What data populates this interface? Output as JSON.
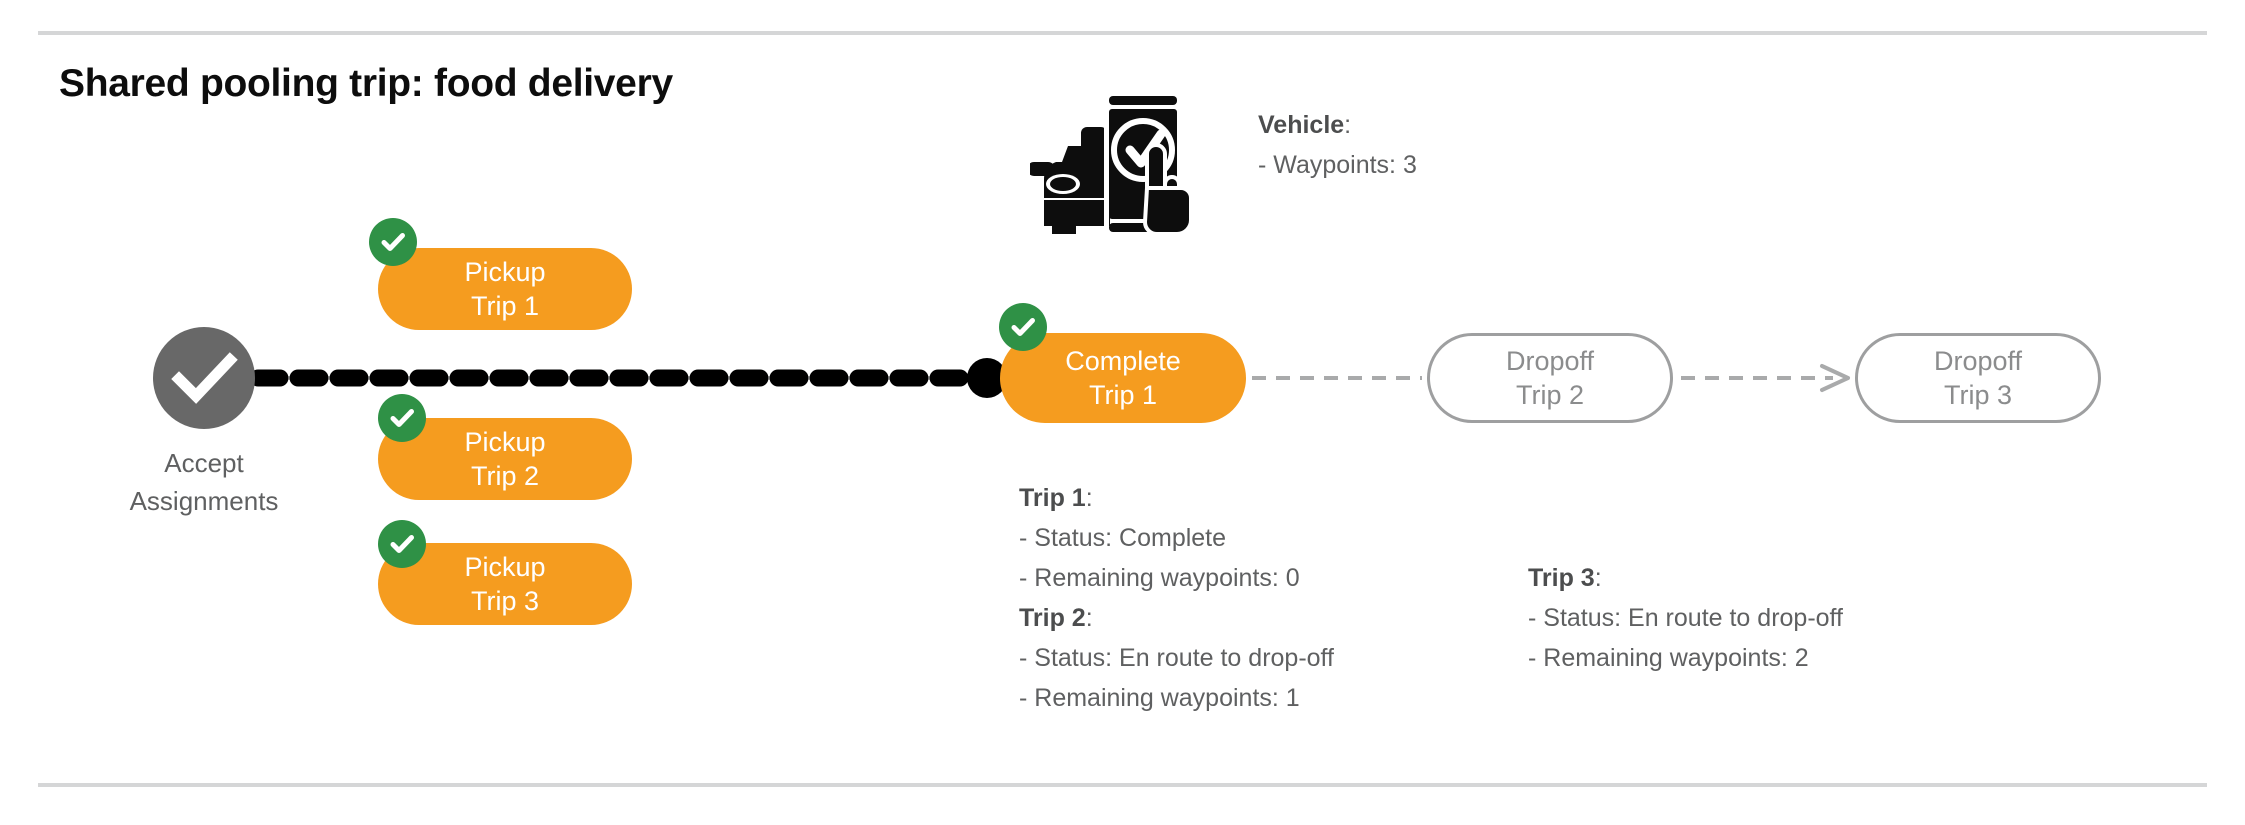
{
  "page_title": "Shared pooling trip: food delivery",
  "colors": {
    "orange": "#f59c1f",
    "green": "#2f9146",
    "gray_node": "#686868",
    "gray_text": "#5f6061",
    "outline_gray": "#9e9fa0",
    "rule": "#d5d6d7",
    "black": "#000000"
  },
  "flow": {
    "start_node": {
      "label": "Accept\nAssignments",
      "icon": "check-icon"
    },
    "pickups": [
      {
        "label": "Pickup\nTrip 1",
        "completed": true
      },
      {
        "label": "Pickup\nTrip 2",
        "completed": true
      },
      {
        "label": "Pickup\nTrip 3",
        "completed": true
      }
    ],
    "complete_node": {
      "label": "Complete\nTrip 1",
      "completed": true
    },
    "dropoffs": [
      {
        "label": "Dropoff\nTrip 2",
        "completed": false
      },
      {
        "label": "Dropoff\nTrip 3",
        "completed": false
      }
    ]
  },
  "annotations": {
    "vehicle": {
      "heading": "Vehicle",
      "colon": ":",
      "lines": [
        "- Waypoints: 3"
      ]
    },
    "trip_1": {
      "heading": "Trip 1",
      "colon": ":",
      "lines": [
        "- Status:  Complete",
        "- Remaining waypoints: 0"
      ]
    },
    "trip_2": {
      "heading": "Trip 2",
      "colon": ":",
      "lines": [
        "- Status:  En route to drop-off",
        "- Remaining waypoints: 1"
      ]
    },
    "trip_3": {
      "heading": "Trip 3",
      "colon": ":",
      "lines": [
        "- Status:  En route to drop-off",
        "- Remaining waypoints: 2"
      ]
    }
  }
}
